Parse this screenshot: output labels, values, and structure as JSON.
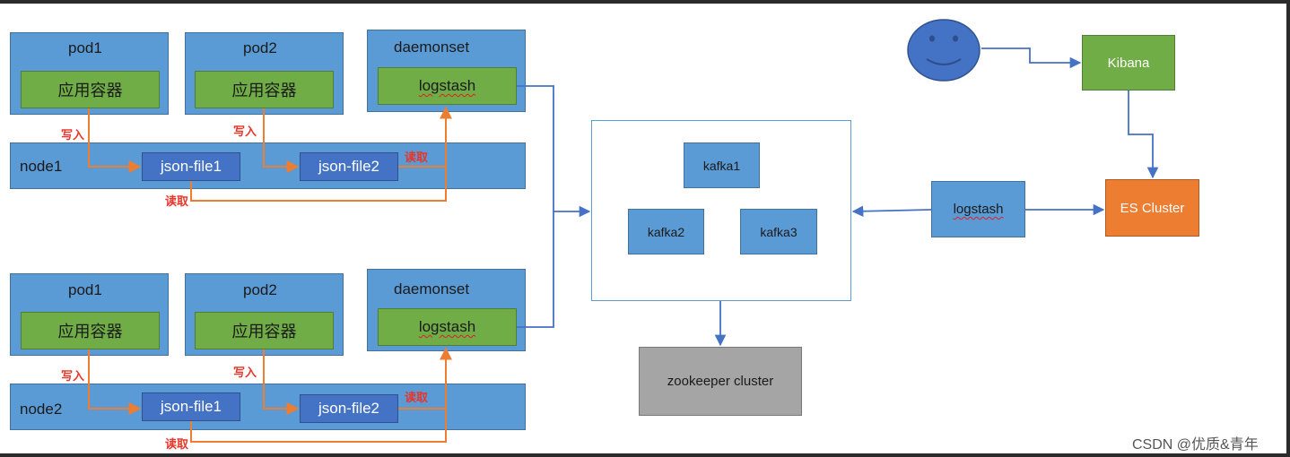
{
  "top_group": {
    "pod1": {
      "title": "pod1",
      "container": "应用容器"
    },
    "pod2": {
      "title": "pod2",
      "container": "应用容器"
    },
    "daemonset": {
      "title": "daemonset",
      "agent": "logstash"
    },
    "node": {
      "label": "node1",
      "file1": "json-file1",
      "file2": "json-file2"
    },
    "write1": "写入",
    "write2": "写入",
    "read1": "读取",
    "read2": "读取"
  },
  "bottom_group": {
    "pod1": {
      "title": "pod1",
      "container": "应用容器"
    },
    "pod2": {
      "title": "pod2",
      "container": "应用容器"
    },
    "daemonset": {
      "title": "daemonset",
      "agent": "logstash"
    },
    "node": {
      "label": "node2",
      "file1": "json-file1",
      "file2": "json-file2"
    },
    "write1": "写入",
    "write2": "写入",
    "read1": "读取",
    "read2": "读取"
  },
  "kafka_cluster": {
    "brokers": [
      "kafka1",
      "kafka2",
      "kafka3"
    ]
  },
  "zookeeper": "zookeeper cluster",
  "central_logstash": "logstash",
  "kibana": "Kibana",
  "es_cluster": "ES Cluster",
  "watermark": "CSDN @优质&青年",
  "colors": {
    "blue": "#5b9bd5",
    "green": "#70ad47",
    "dark_blue": "#4472c4",
    "orange_arrow": "#ed7d31",
    "es_orange": "#ed7d31",
    "gray": "#a5a5a5",
    "red_text": "#e8352a",
    "connector": "#4472c4"
  },
  "icons": {
    "user": "smiley-face-icon"
  }
}
